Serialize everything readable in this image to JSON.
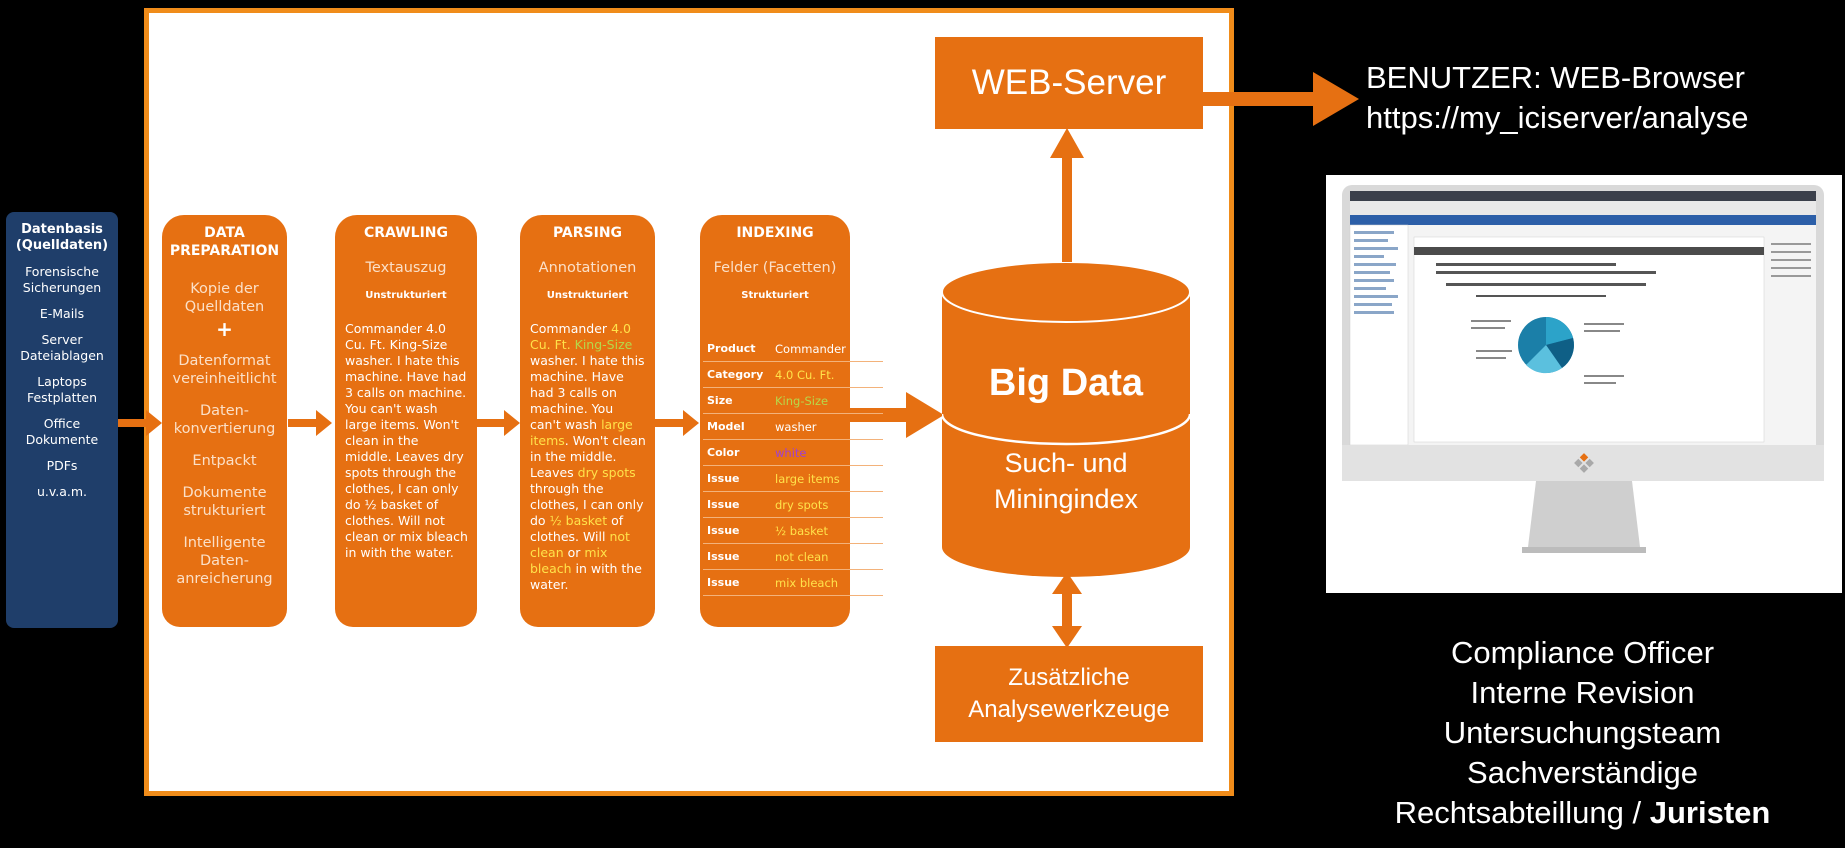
{
  "source": {
    "title": "Datenbasis (Quelldaten)",
    "items": [
      "Forensische Sicherungen",
      "E-Mails",
      "Server Dateiablagen",
      "Laptops Festplatten",
      "Office Dokumente",
      "PDFs",
      "u.v.a.m."
    ]
  },
  "columns": {
    "prep": {
      "header": "DATA PREPARATION",
      "steps": [
        "Kopie der Quelldaten",
        "Datenformat vereinheitlicht",
        "Daten-konvertierung",
        "Entpackt",
        "Dokumente strukturiert",
        "Intelligente Daten-anreicherung"
      ],
      "plus": "+"
    },
    "crawling": {
      "header": "CRAWLING",
      "subtitle": "Textauszug",
      "tag": "Unstrukturiert",
      "text": "Commander 4.0 Cu. Ft. King-Size washer. I hate this machine. Have had 3 calls on machine. You can't wash large items. Won't clean in the middle. Leaves dry spots through the clothes, I can only do ½ basket of clothes. Will not clean or mix bleach in with the water."
    },
    "parsing": {
      "header": "PARSING",
      "subtitle": "Annotationen",
      "tag": "Unstrukturiert",
      "segments": [
        {
          "t": "Commander ",
          "c": ""
        },
        {
          "t": "4.0 Cu. Ft. ",
          "c": "y"
        },
        {
          "t": "King-Size",
          "c": "g"
        },
        {
          "t": " washer. I hate this machine. Have had 3 calls on machine. You can't wash ",
          "c": ""
        },
        {
          "t": "large items",
          "c": "y"
        },
        {
          "t": ". Won't clean in the middle. Leaves ",
          "c": ""
        },
        {
          "t": "dry spots",
          "c": "y"
        },
        {
          "t": " through the clothes, I can only do ",
          "c": ""
        },
        {
          "t": "½ basket",
          "c": "y"
        },
        {
          "t": " of clothes. Will ",
          "c": ""
        },
        {
          "t": "not clean",
          "c": "y"
        },
        {
          "t": " or ",
          "c": ""
        },
        {
          "t": "mix bleach",
          "c": "y"
        },
        {
          "t": " in with the water.",
          "c": ""
        }
      ]
    },
    "indexing": {
      "header": "INDEXING",
      "subtitle": "Felder (Facetten)",
      "tag": "Strukturiert",
      "facets": [
        {
          "key": "Product",
          "value": "Commander",
          "color": "#ffffff"
        },
        {
          "key": "Category",
          "value": "4.0 Cu. Ft.",
          "color": "#ffe24a"
        },
        {
          "key": "Size",
          "value": "King-Size",
          "color": "#b6d84a"
        },
        {
          "key": "Model",
          "value": "washer",
          "color": "#ffffff"
        },
        {
          "key": "Color",
          "value": "white",
          "color": "#a040d0"
        },
        {
          "key": "Issue",
          "value": "large items",
          "color": "#ffe24a"
        },
        {
          "key": "Issue",
          "value": "dry spots",
          "color": "#ffe24a"
        },
        {
          "key": "Issue",
          "value": "½ basket",
          "color": "#ffe24a"
        },
        {
          "key": "Issue",
          "value": "not clean",
          "color": "#ffe24a"
        },
        {
          "key": "Issue",
          "value": "mix bleach",
          "color": "#ffe24a"
        }
      ]
    }
  },
  "bigdata": {
    "title": "Big Data",
    "subtitle_line1": "Such- und",
    "subtitle_line2": "Miningindex"
  },
  "web_server": "WEB-Server",
  "tools": {
    "line1": "Zusätzliche",
    "line2": "Analysewerkzeuge"
  },
  "user": {
    "line1": "BENUTZER: WEB-Browser",
    "line2": "https://my_iciserver/analyse"
  },
  "roles": {
    "items": [
      "Compliance Officer",
      "Interne Revision",
      "Untersuchungsteam",
      "Sachverständige"
    ],
    "last_prefix": "Rechtsabteillung / ",
    "last_bold": "Juristen"
  },
  "colors": {
    "orange": "#e67012",
    "frame": "#f08c1a",
    "navy": "#1f3e6a",
    "annotation_yellow": "#ffe24a",
    "annotation_green": "#b6d84a",
    "annotation_purple": "#a040d0"
  },
  "icons": [
    "arrow-right",
    "arrow-up",
    "arrow-updown",
    "monitor-screenshot"
  ]
}
